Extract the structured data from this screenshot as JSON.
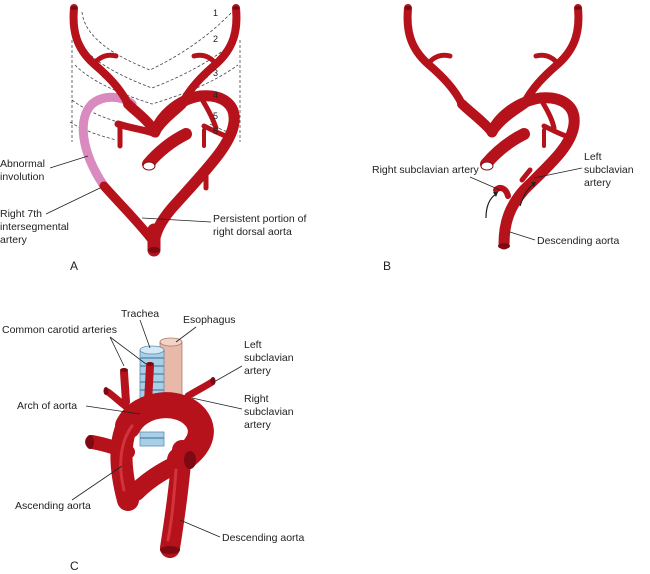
{
  "colors": {
    "artery": "#b5121b",
    "artery_dark": "#7d0a12",
    "abnormal": "#d98bc0",
    "trachea": "#a9cfe6",
    "esophagus": "#e8b9a8"
  },
  "panels": {
    "a": "A",
    "b": "B",
    "c": "C"
  },
  "panel_a": {
    "arch_numbers": [
      "1",
      "2",
      "3",
      "4",
      "5",
      "6"
    ],
    "abnormal_involution": [
      "Abnormal",
      "involution"
    ],
    "right_7th": [
      "Right 7th",
      "intersegmental",
      "artery"
    ],
    "persistent_portion": [
      "Persistent portion of",
      "right dorsal aorta"
    ]
  },
  "panel_b": {
    "right_subclavian": "Right subclavian artery",
    "left_subclavian": [
      "Left",
      "subclavian",
      "artery"
    ],
    "descending_aorta": "Descending aorta"
  },
  "panel_c": {
    "trachea": "Trachea",
    "esophagus": "Esophagus",
    "common_carotid": "Common carotid arteries",
    "left_subclavian": [
      "Left",
      "subclavian",
      "artery"
    ],
    "arch_of_aorta": "Arch of aorta",
    "right_subclavian": [
      "Right",
      "subclavian",
      "artery"
    ],
    "ascending_aorta": "Ascending aorta",
    "descending_aorta": "Descending aorta"
  }
}
